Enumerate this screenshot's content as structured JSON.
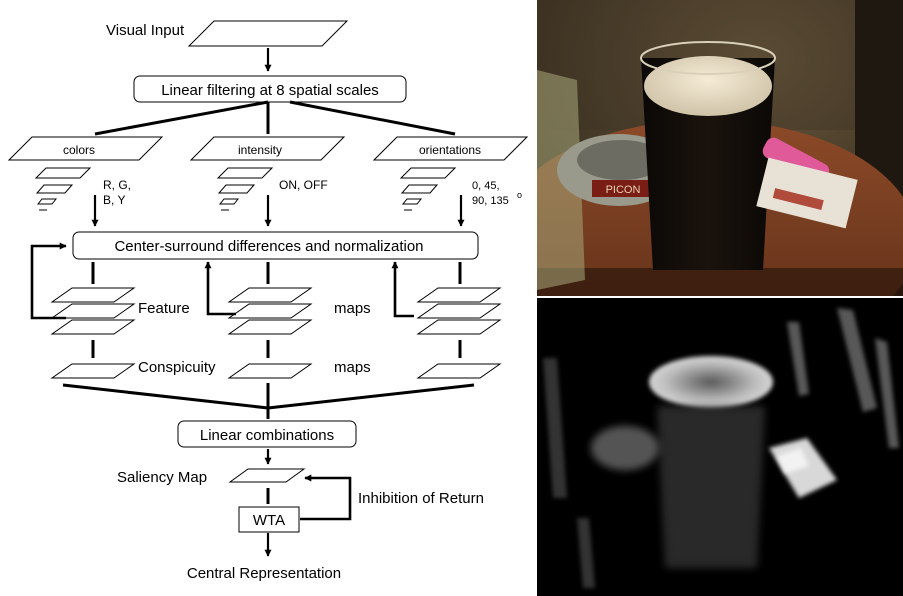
{
  "diagram": {
    "visual_input": "Visual Input",
    "linear_filtering": "Linear filtering at 8 spatial scales",
    "channels": {
      "colors": "colors",
      "intensity": "intensity",
      "orientations": "orientations"
    },
    "channel_values": {
      "colors_line1": "R, G,",
      "colors_line2": "B, Y",
      "intensity_line1": "ON, OFF",
      "orientations_line1": "0, 45,",
      "orientations_line2": "90, 135",
      "orientations_degree": "o"
    },
    "center_surround": "Center-surround differences and normalization",
    "feature_label": "Feature",
    "feature_maps_label": "maps",
    "conspicuity_label": "Conspicuity",
    "conspicuity_maps_label": "maps",
    "linear_combinations": "Linear combinations",
    "saliency_map": "Saliency Map",
    "wta": "WTA",
    "inhibition_of_return": "Inhibition of Return",
    "central_representation": "Central Representation"
  },
  "photo": {
    "sign_text": "PICON"
  }
}
